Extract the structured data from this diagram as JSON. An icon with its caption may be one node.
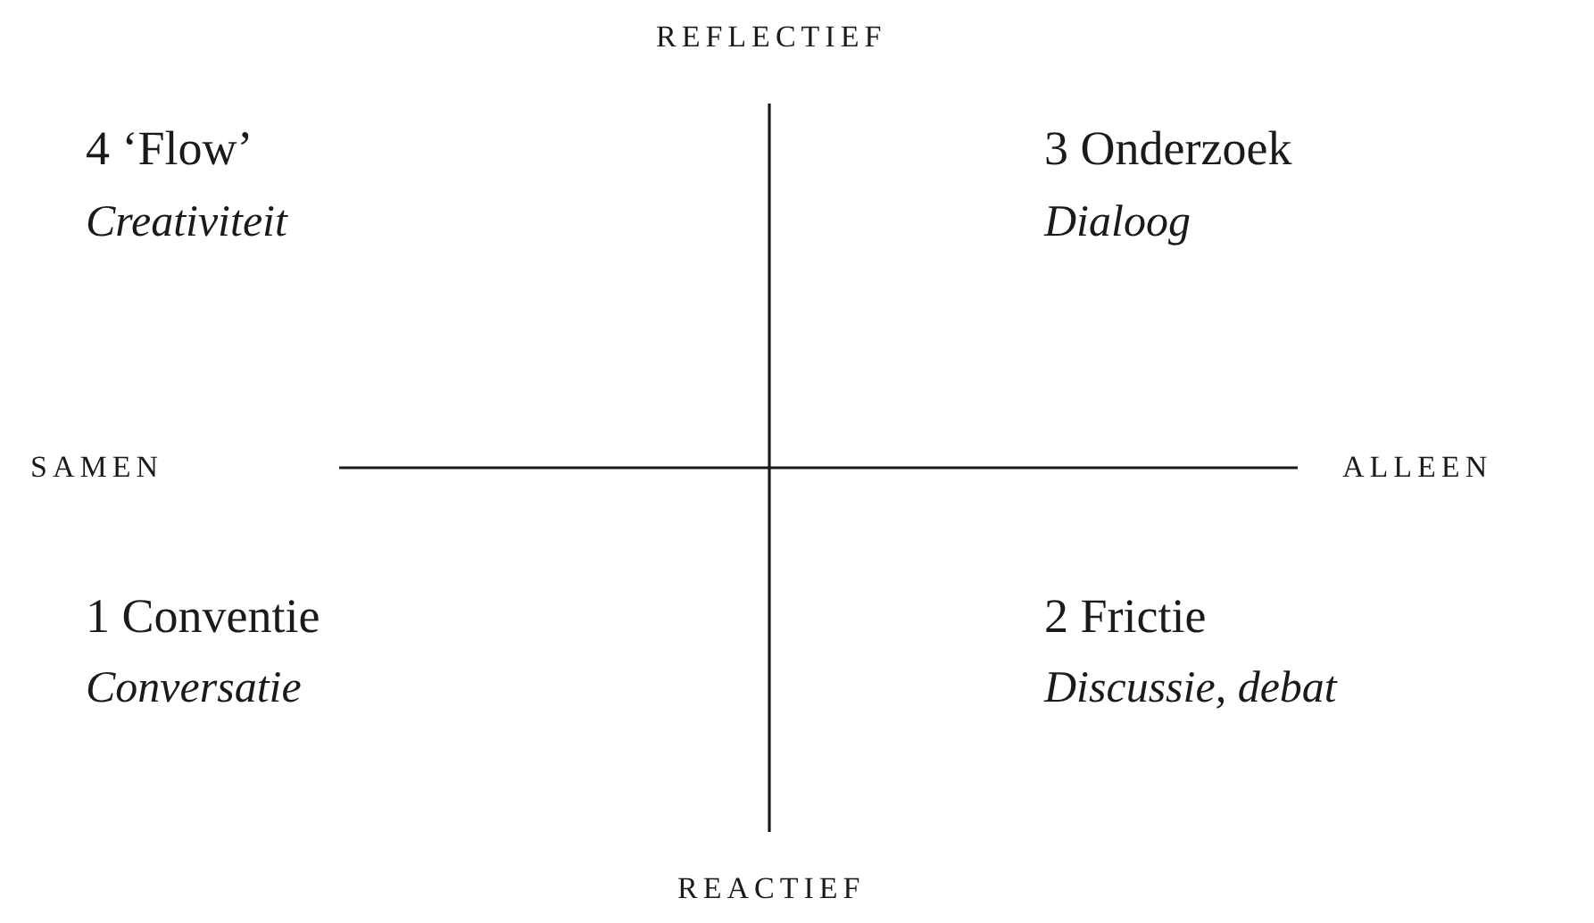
{
  "diagram": {
    "labels": [
      "REFLECTIEF",
      "4 ‘Flow’",
      "Creativiteit",
      "3 Onderzoek",
      "Dialoog",
      "SAMEN",
      "ALLEEN",
      "1 Conventie",
      "Conversatie",
      "2 Frictie",
      "Discussie, debat",
      "REACTIEF"
    ]
  }
}
